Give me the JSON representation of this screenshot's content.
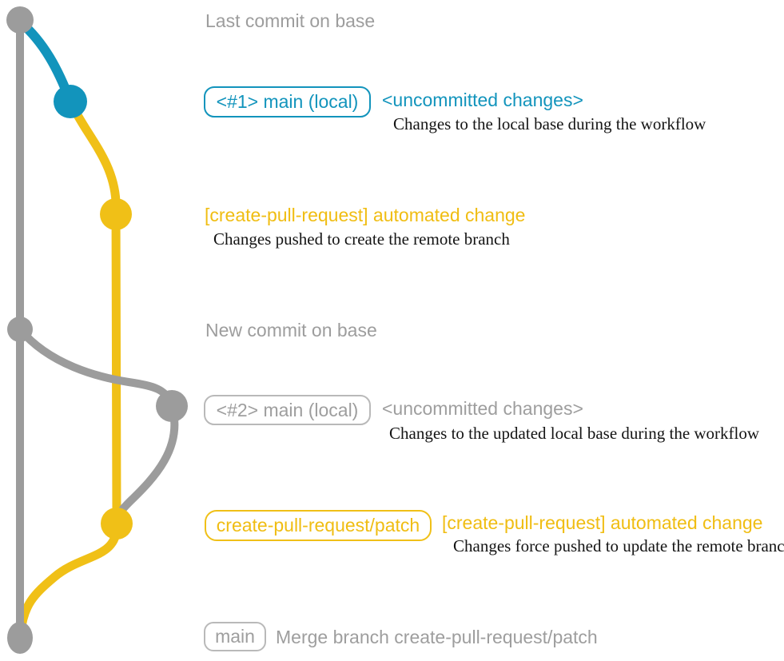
{
  "colors": {
    "blue": "#1294bc",
    "yellow": "#f0c017",
    "gray": "#9c9c9c",
    "badge_border_gray": "#b9b9b9",
    "caption_text": "#141414"
  },
  "graph": {
    "branches": [
      {
        "name": "base",
        "color_name": "gray"
      },
      {
        "name": "main-local",
        "color_name": "blue"
      },
      {
        "name": "create-pull-request-patch",
        "color_name": "yellow"
      },
      {
        "name": "main-local-updated",
        "color_name": "gray"
      }
    ],
    "commit_count": 7
  },
  "labels": {
    "row1_heading": "Last commit on base",
    "branch1_badge": "<#1> main (local)",
    "branch1_title": "<uncommitted changes>",
    "branch1_caption": "Changes to the local base during the workflow",
    "commit1_title": "[create-pull-request] automated change",
    "commit1_caption": "Changes pushed to create the remote branch",
    "row2_heading": "New commit on base",
    "branch2_badge": "<#2> main (local)",
    "branch2_title": "<uncommitted changes>",
    "branch2_caption": "Changes to the updated local base during the workflow",
    "patch_badge": "create-pull-request/patch",
    "patch_title": "[create-pull-request] automated change",
    "patch_caption": "Changes force pushed to update the remote branch",
    "merge_badge": "main",
    "merge_caption": "Merge branch create-pull-request/patch"
  }
}
